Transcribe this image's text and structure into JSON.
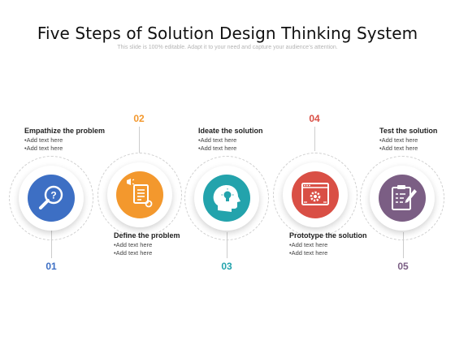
{
  "title": "Five Steps of Solution Design Thinking System",
  "subtitle": "This slide is 100% editable. Adapt it to your need and capture your audience’s attention.",
  "steps": [
    {
      "number": "01",
      "heading": "Empathize the problem",
      "bullets": [
        "•Add text here",
        "•Add text here"
      ],
      "color": "#3d6fc4",
      "icon": "magnifier-question-icon"
    },
    {
      "number": "02",
      "heading": "Define the problem",
      "bullets": [
        "•Add text here",
        "•Add text here"
      ],
      "color": "#f3982d",
      "icon": "document-megaphone-icon"
    },
    {
      "number": "03",
      "heading": "Ideate the solution",
      "bullets": [
        "•Add text here",
        "•Add text here"
      ],
      "color": "#23a3ac",
      "icon": "head-lightbulb-icon"
    },
    {
      "number": "04",
      "heading": "Prototype the solution",
      "bullets": [
        "•Add text here",
        "•Add text here"
      ],
      "color": "#d94f45",
      "icon": "browser-gear-icon"
    },
    {
      "number": "05",
      "heading": "Test the solution",
      "bullets": [
        "•Add text here",
        "•Add text here"
      ],
      "color": "#7b5e84",
      "icon": "clipboard-pen-icon"
    }
  ]
}
